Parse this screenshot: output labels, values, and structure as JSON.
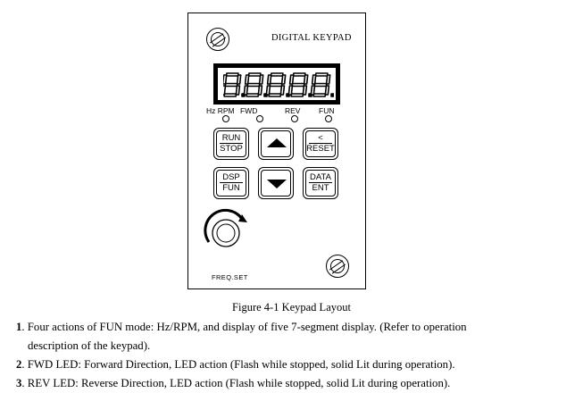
{
  "keypad": {
    "title": "DIGITAL KEYPAD",
    "display": "8.8.8.8.8.",
    "led_labels": [
      "Hz RPM",
      "FWD",
      "REV",
      "FUN"
    ],
    "keys": {
      "run_stop": {
        "top": "RUN",
        "bottom": "STOP"
      },
      "up": {
        "icon": "triangle-up"
      },
      "left_reset": {
        "top": "<",
        "bottom": "RESET"
      },
      "dsp_fun": {
        "top": "DSP",
        "bottom": "FUN"
      },
      "down": {
        "icon": "triangle-down"
      },
      "data_ent": {
        "top": "DATA",
        "bottom": "ENT"
      }
    },
    "freq_label": "FREQ.SET"
  },
  "caption": "Figure 4-1 Keypad Layout",
  "notes": [
    {
      "num": "1",
      "text": ". Four actions of FUN mode: Hz/RPM, and display of five 7-segment display. (Refer to operation",
      "cont": "description of the keypad)."
    },
    {
      "num": "2",
      "text": ". FWD LED: Forward Direction, LED action (Flash while stopped, solid Lit during operation)."
    },
    {
      "num": "3",
      "text": ". REV LED: Reverse Direction, LED action (Flash while stopped, solid Lit during operation)."
    }
  ]
}
